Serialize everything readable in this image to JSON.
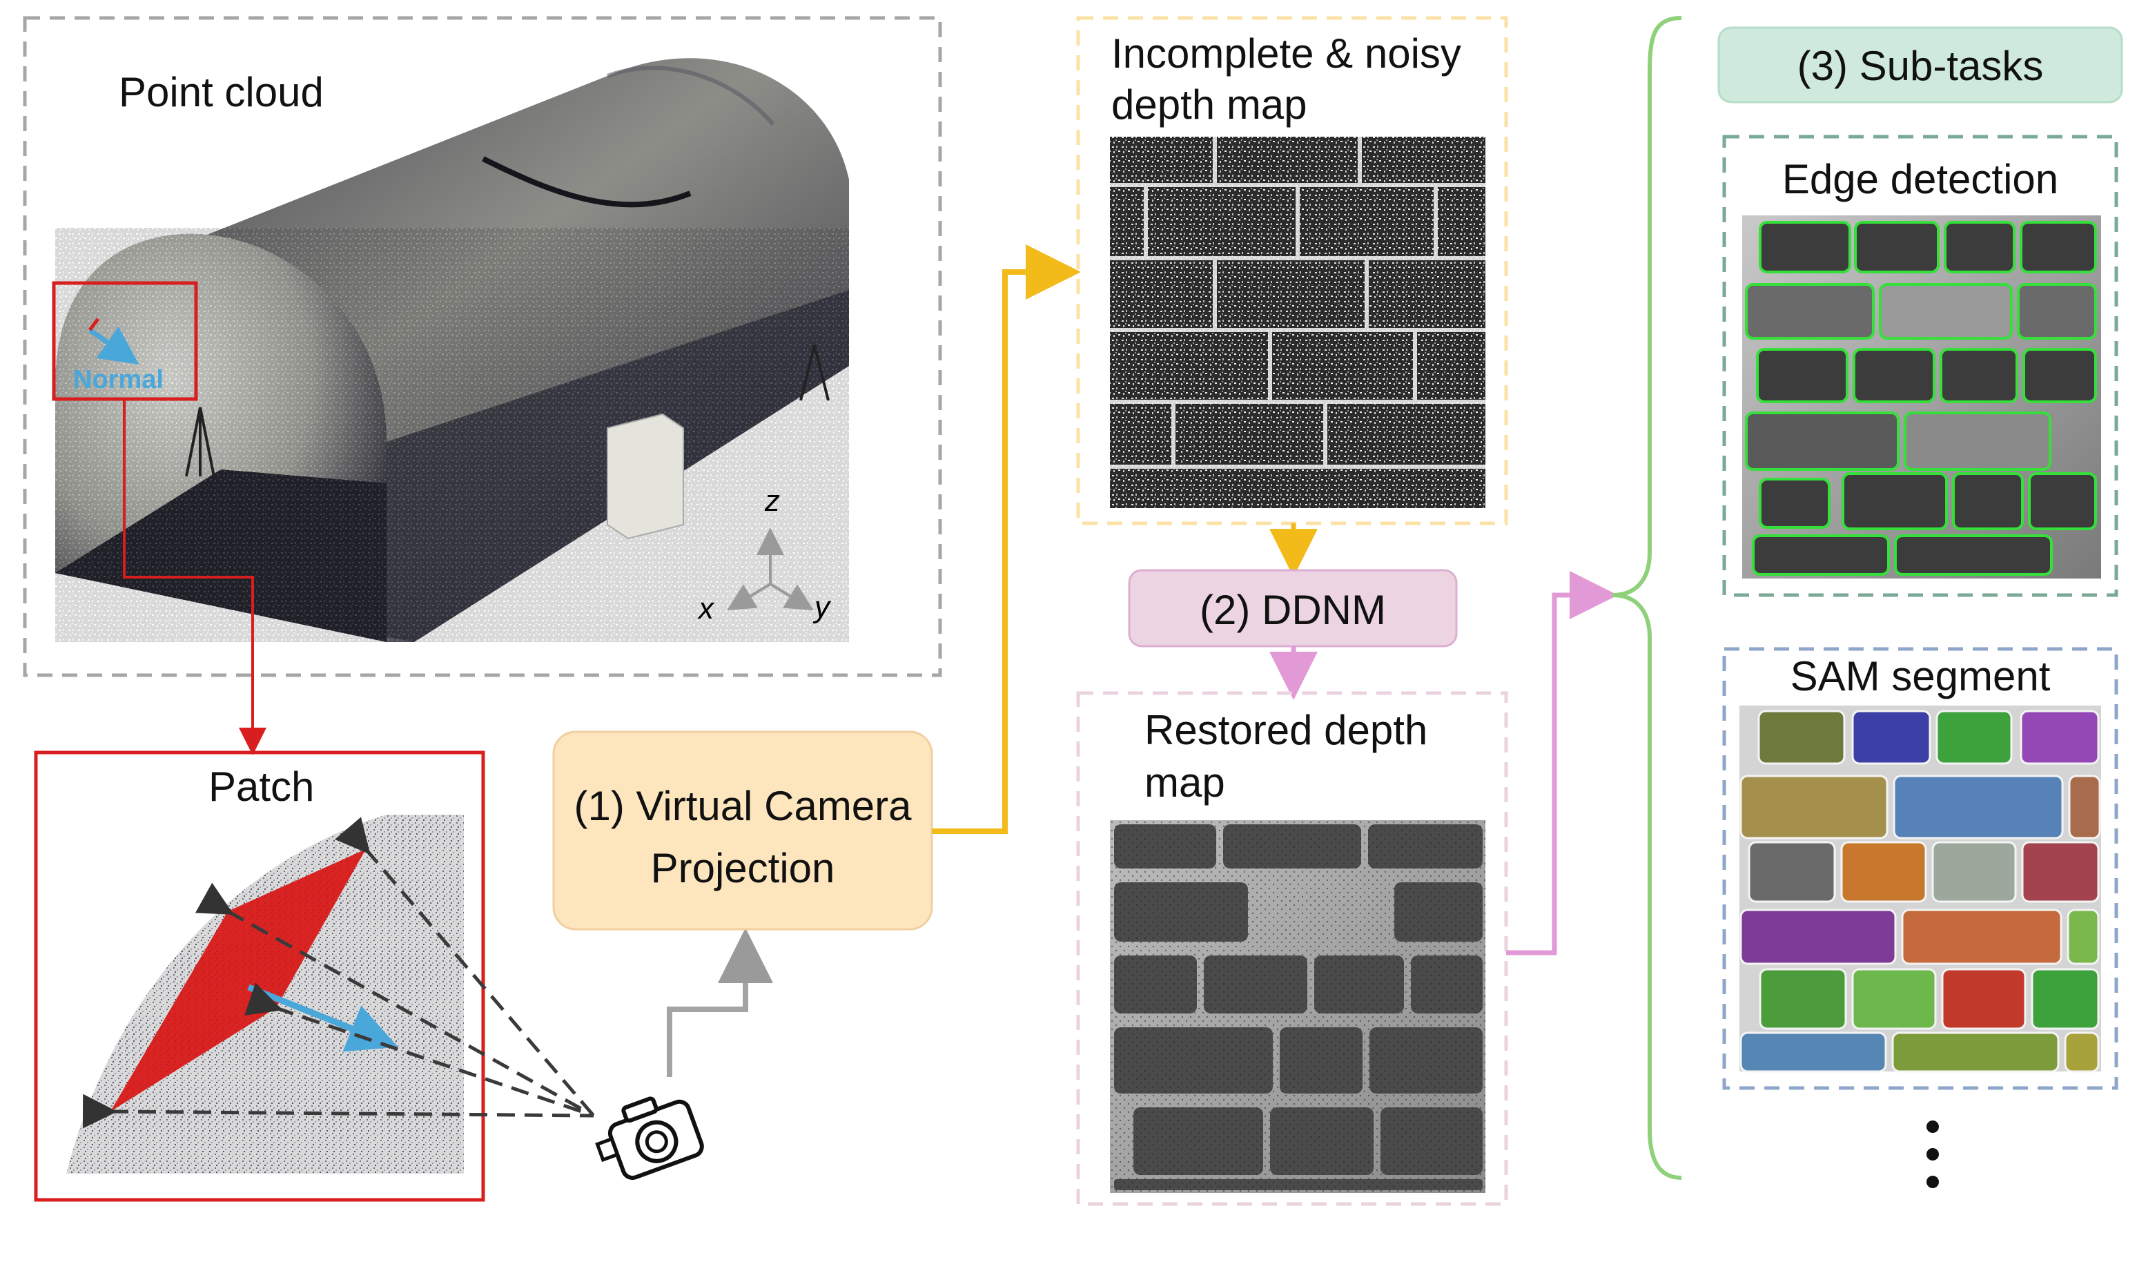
{
  "point_cloud": {
    "title": "Point cloud",
    "normal_label": "Normal",
    "axes": {
      "z": "z",
      "x": "x",
      "y": "y"
    }
  },
  "patch": {
    "title": "Patch"
  },
  "projection": {
    "line1": "(1) Virtual Camera",
    "line2": "Projection"
  },
  "noisy": {
    "line1": "Incomplete & noisy",
    "line2": "depth map"
  },
  "ddnm": {
    "label": "(2) DDNM"
  },
  "restored": {
    "line1": "Restored depth",
    "line2": "map"
  },
  "subtasks": {
    "title": "(3) Sub-tasks",
    "edge": "Edge detection",
    "sam": "SAM segment"
  },
  "colors": {
    "projection_fill": "#fde6be",
    "ddnm_fill": "#ecd4e3",
    "subtasks_fill": "#cfeadc",
    "yellow_arrow": "#f2bb1a",
    "pink_arrow": "#e29ad7",
    "red_frame": "#d81e1e",
    "brace_green": "#8fd07a",
    "normal_blue": "#49a7d9",
    "edge_green": "#35e03a"
  }
}
